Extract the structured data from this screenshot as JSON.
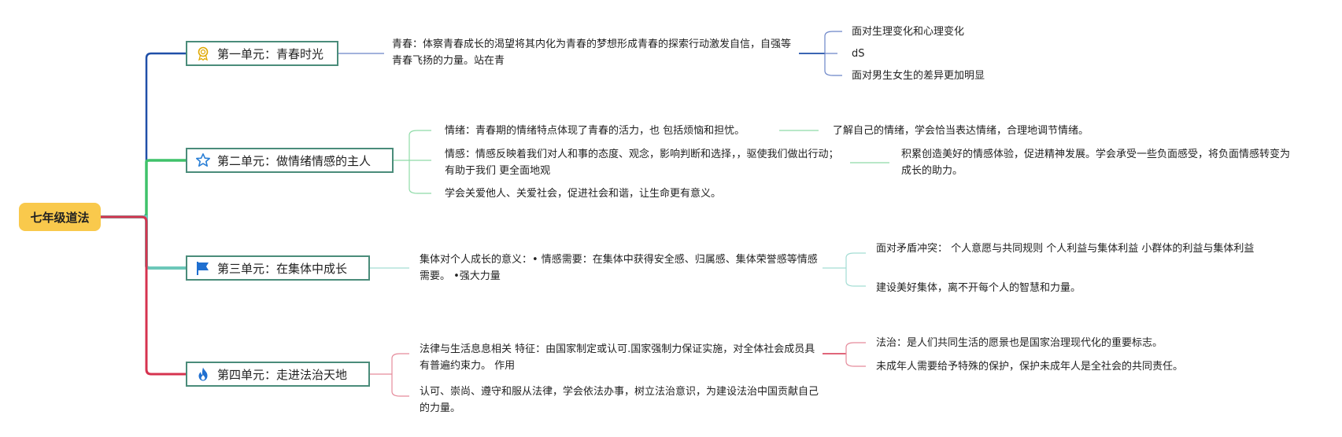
{
  "root": {
    "label": "七年级道法"
  },
  "units": [
    {
      "label": "第一单元：青春时光",
      "icon": "award-ribbon-icon",
      "color": "#1f4fa8",
      "topics": [
        {
          "text": "青春：体察青春成长的渴望将其内化为青春的梦想形成青春的探索行动激发自信，自强等青春飞扬的力量。站在青",
          "children": [
            "面对生理变化和心理变化",
            "dS",
            "面对男生女生的差异更加明显"
          ]
        }
      ]
    },
    {
      "label": "第二单元：做情绪情感的主人",
      "icon": "star-icon",
      "color": "#3fc26a",
      "topics": [
        {
          "text": "情绪：青春期的情绪特点体现了青春的活力，也 包括烦恼和担忧。",
          "children": [
            "了解自己的情绪，学会恰当表达情绪，合理地调节情绪。"
          ]
        },
        {
          "text": "情感：情感反映着我们对人和事的态度、观念，影响判断和选择，，驱使我们做出行动；有助于我们 更全面地观",
          "children": [
            "积累创造美好的情感体验，促进精神发展。学会承受一些负面感受，将负面情感转变为成长的助力。"
          ]
        },
        {
          "text": "学会关爱他人、关爱社会，促进社会和谐，让生命更有意义。",
          "children": []
        }
      ]
    },
    {
      "label": "第三单元：在集体中成长",
      "icon": "flag-icon",
      "color": "#6cc7b9",
      "topics": [
        {
          "text": "集体对个人成长的意义：• 情感需要：在集体中获得安全感、归属感、集体荣誉感等情感需要。 •强大力量",
          "children": [
            "面对矛盾冲突： 个人意愿与共同规则 个人利益与集体利益 小群体的利益与集体利益",
            "建设美好集体，离不开每个人的智慧和力量。"
          ]
        }
      ]
    },
    {
      "label": "第四单元：走进法治天地",
      "icon": "flame-icon",
      "color": "#d6334f",
      "topics": [
        {
          "text": "法律与生活息息相关 特征：由国家制定或认可.国家强制力保证实施，对全体社会成员具有普遍约束力。 作用",
          "children": [
            "法治：是人们共同生活的愿景也是国家治理现代化的重要标志。",
            "未成年人需要给予特殊的保护，保护未成年人是全社会的共同责任。"
          ]
        },
        {
          "text": "认可、崇尚、遵守和服从法律，学会依法办事，树立法治意识，为建设法治中国贡献自己的力量。",
          "children": []
        }
      ]
    }
  ]
}
